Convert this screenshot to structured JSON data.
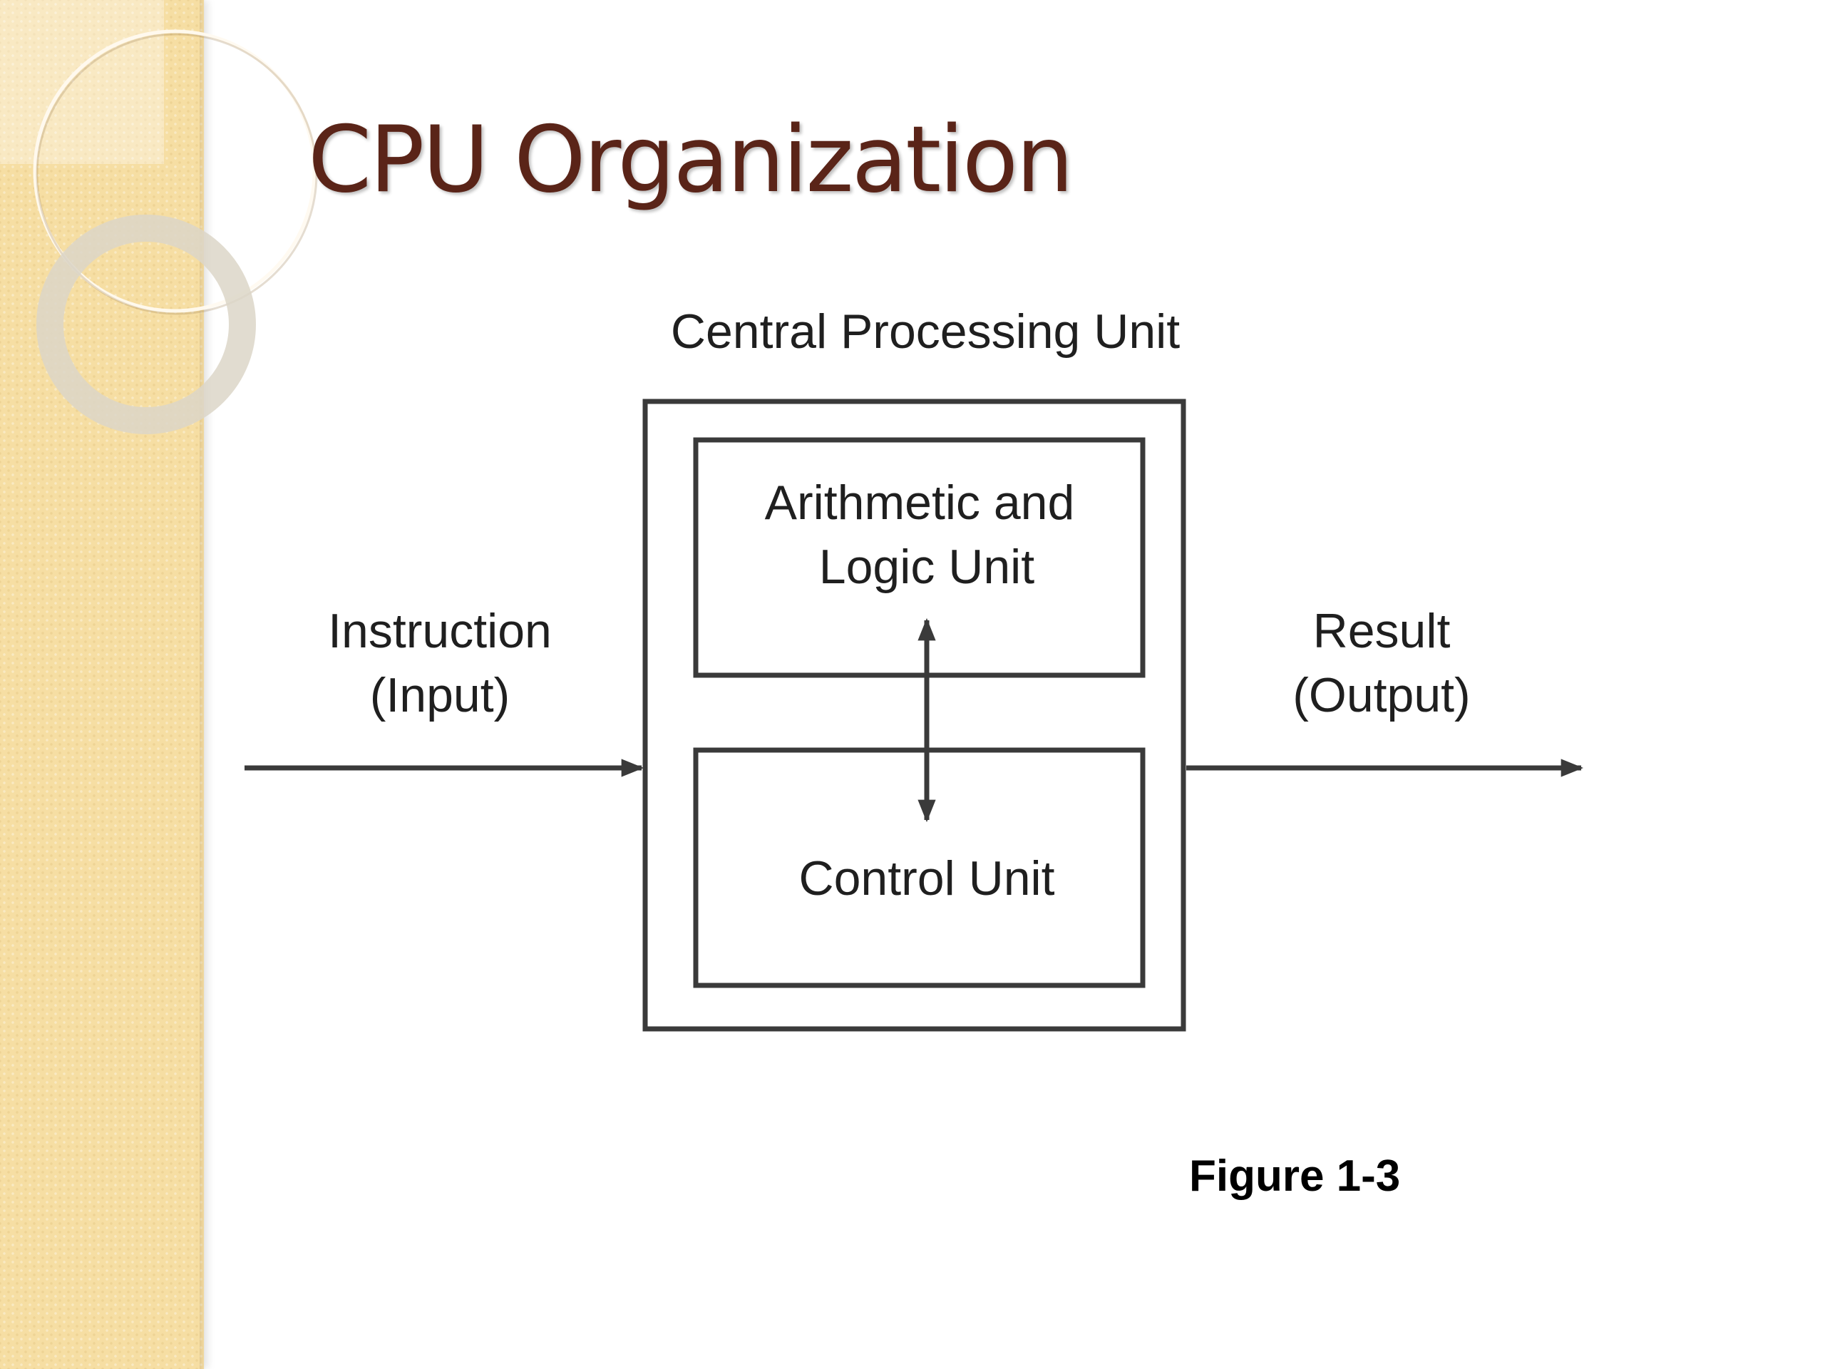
{
  "slide": {
    "title": "CPU Organization",
    "figure_label": "Figure 1-3"
  },
  "diagram": {
    "outer_box": {
      "label": "Central Processing Unit"
    },
    "alu_box": {
      "label_line1": "Arithmetic and",
      "label_line2": "Logic Unit"
    },
    "control_box": {
      "label": "Control Unit"
    },
    "input": {
      "label_line1": "Instruction",
      "label_line2": "(Input)"
    },
    "output": {
      "label_line1": "Result",
      "label_line2": "(Output)"
    }
  },
  "colors": {
    "title": "#5a2418",
    "band": "#f6dea3",
    "stroke": "#3a3a3a",
    "text": "#1f1f1f"
  }
}
